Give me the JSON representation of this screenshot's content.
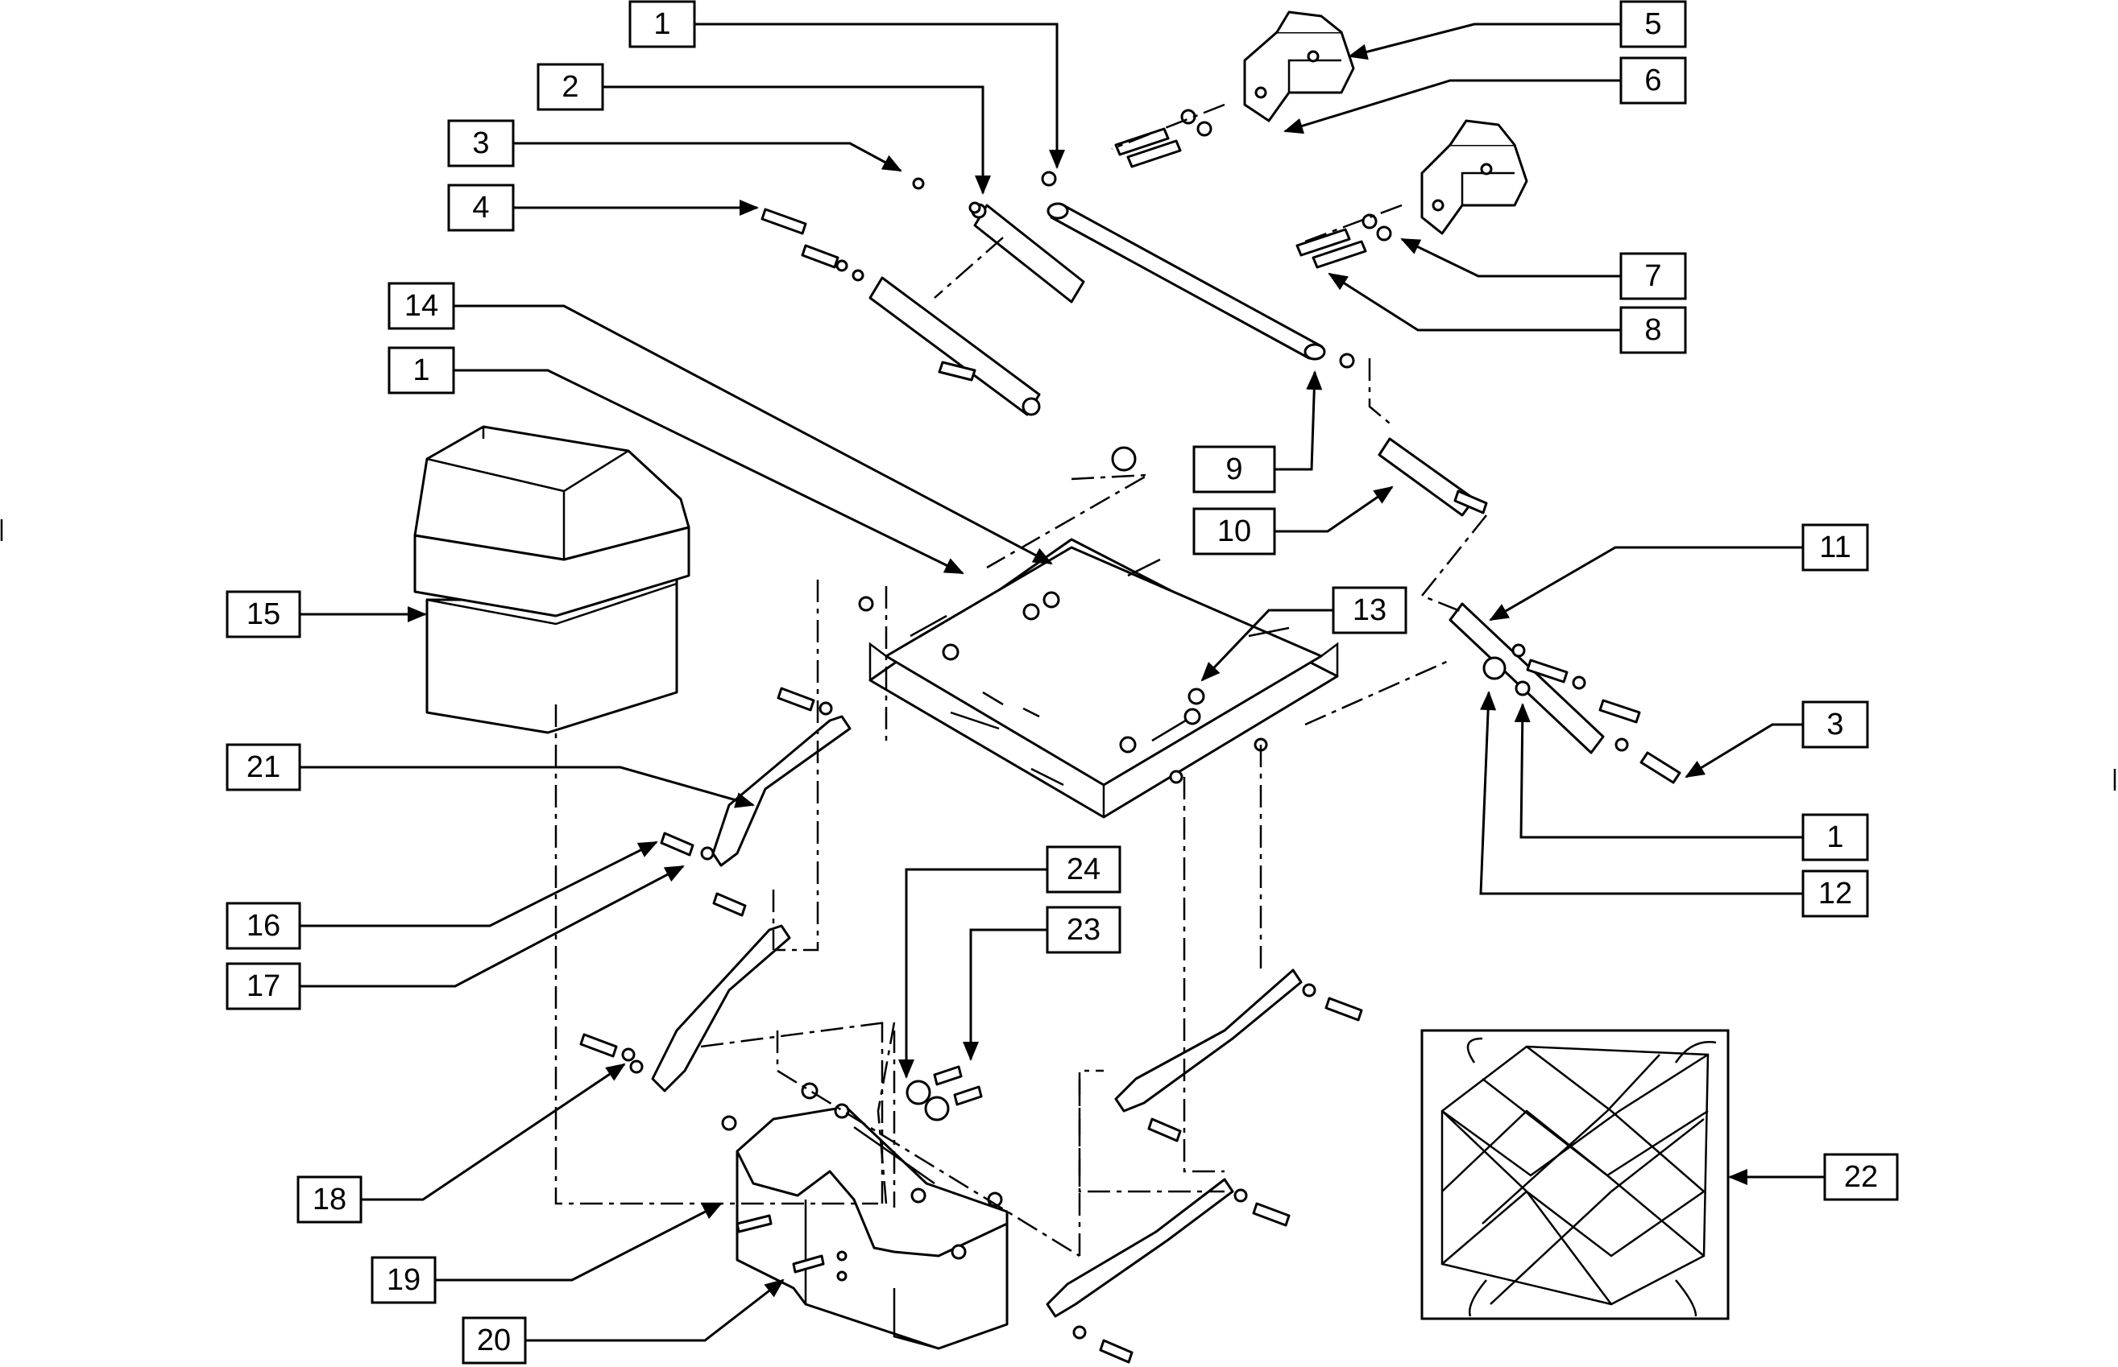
{
  "callouts": [
    {
      "id": "c1a",
      "label": "1"
    },
    {
      "id": "c2",
      "label": "2"
    },
    {
      "id": "c3a",
      "label": "3"
    },
    {
      "id": "c4",
      "label": "4"
    },
    {
      "id": "c5",
      "label": "5"
    },
    {
      "id": "c6",
      "label": "6"
    },
    {
      "id": "c7",
      "label": "7"
    },
    {
      "id": "c8",
      "label": "8"
    },
    {
      "id": "c9",
      "label": "9"
    },
    {
      "id": "c10",
      "label": "10"
    },
    {
      "id": "c11",
      "label": "11"
    },
    {
      "id": "c3b",
      "label": "3"
    },
    {
      "id": "c1b",
      "label": "1"
    },
    {
      "id": "c12",
      "label": "12"
    },
    {
      "id": "c13",
      "label": "13"
    },
    {
      "id": "c14",
      "label": "14"
    },
    {
      "id": "c1c",
      "label": "1"
    },
    {
      "id": "c15",
      "label": "15"
    },
    {
      "id": "c21",
      "label": "21"
    },
    {
      "id": "c16",
      "label": "16"
    },
    {
      "id": "c17",
      "label": "17"
    },
    {
      "id": "c24",
      "label": "24"
    },
    {
      "id": "c23",
      "label": "23"
    },
    {
      "id": "c18",
      "label": "18"
    },
    {
      "id": "c19",
      "label": "19"
    },
    {
      "id": "c20",
      "label": "20"
    },
    {
      "id": "c22",
      "label": "22"
    }
  ]
}
